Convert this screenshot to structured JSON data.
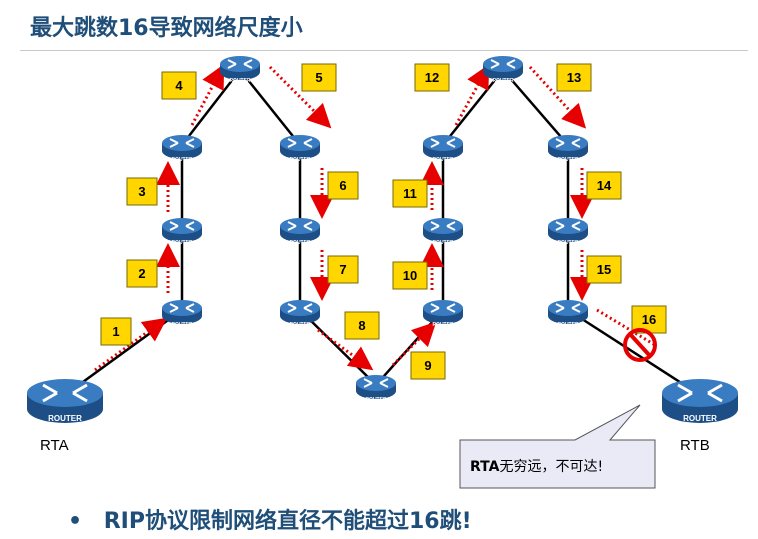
{
  "title": "最大跳数16导致网络尺度小",
  "router_label": "ROUTER",
  "rta_label": "RTA",
  "rtb_label": "RTB",
  "hops": [
    "1",
    "2",
    "3",
    "4",
    "5",
    "6",
    "7",
    "8",
    "9",
    "10",
    "11",
    "12",
    "13",
    "14",
    "15",
    "16"
  ],
  "callout": {
    "bold": "RTA",
    "text": "无穷远，不可达!"
  },
  "bullet": {
    "mark": "•",
    "text": "RIP协议限制网络直径不能超过16跳!"
  },
  "colors": {
    "title": "#1f4e79",
    "router": "#2f6fb0",
    "arrow": "#e60000",
    "box": "#ffd600",
    "block": "#e60000"
  }
}
